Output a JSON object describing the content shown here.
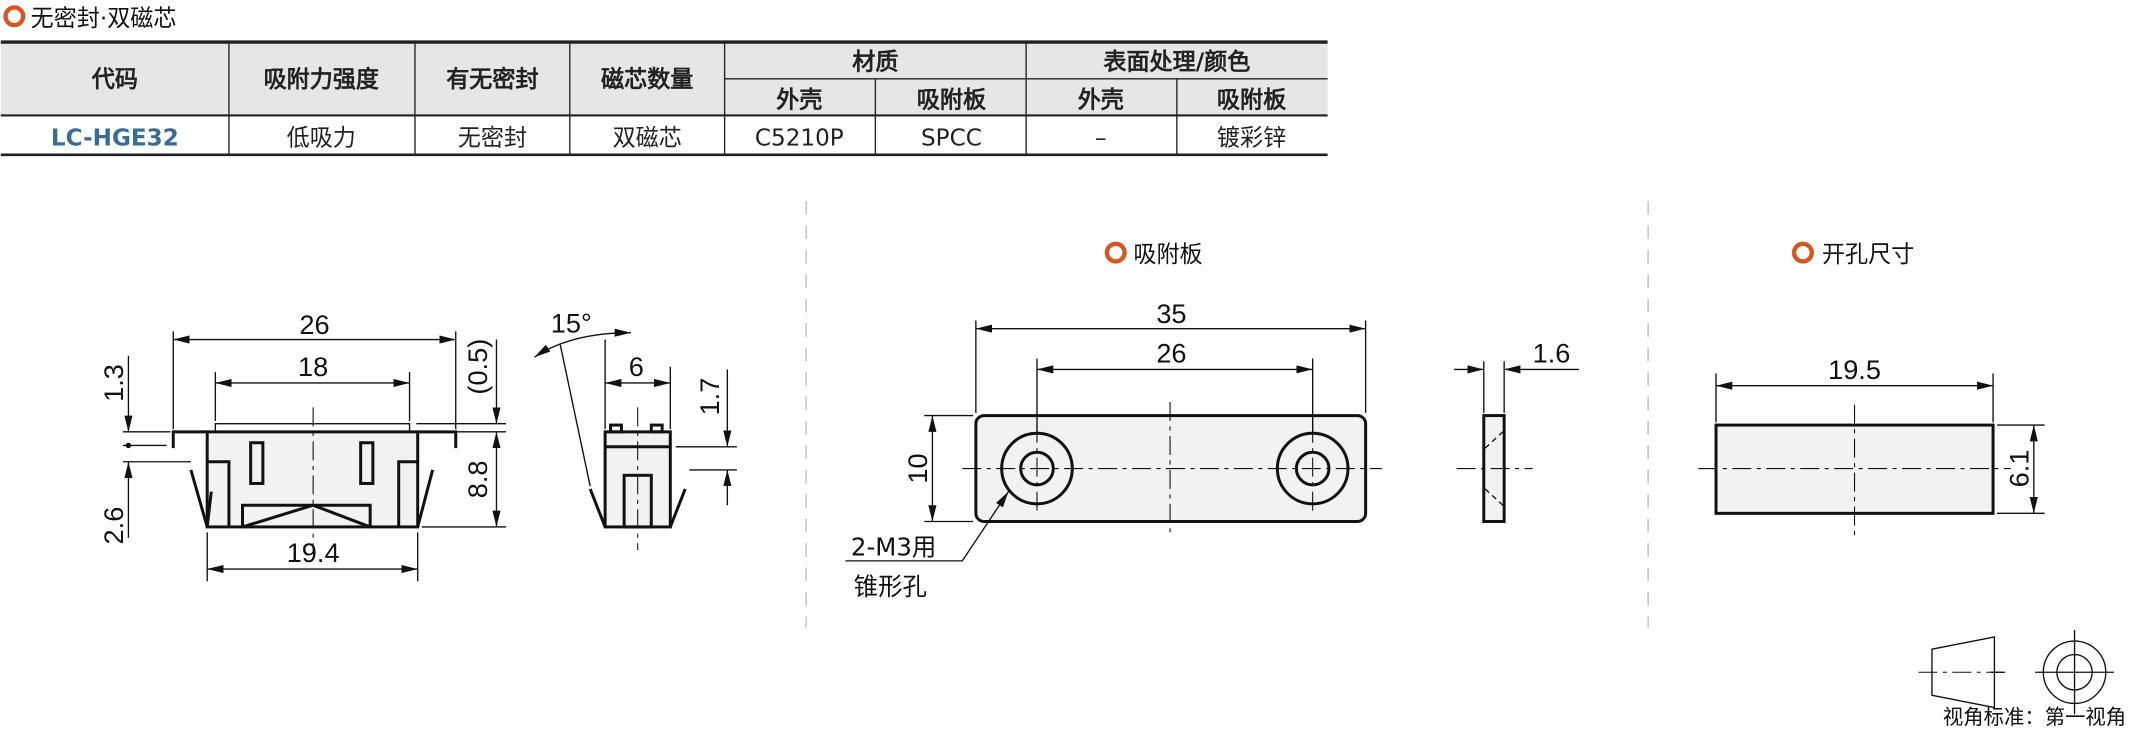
{
  "colors": {
    "accent_ring": "#d9541e",
    "code_text": "#3a6d96",
    "header_bg": "#e6e6e6",
    "part_fill": "#f2f2f2"
  },
  "section_title": "无密封·双磁芯",
  "table": {
    "headers": {
      "code": "代码",
      "force": "吸附力强度",
      "seal": "有无密封",
      "magnets": "磁芯数量",
      "material": "材质",
      "surface": "表面处理/颜色",
      "material_sub": [
        "外壳",
        "吸附板"
      ],
      "surface_sub": [
        "外壳",
        "吸附板"
      ]
    },
    "row": {
      "code": "LC-HGE32",
      "force": "低吸力",
      "seal": "无密封",
      "magnets": "双磁芯",
      "shell_material": "C5210P",
      "plate_material": "SPCC",
      "shell_surface": "–",
      "plate_surface": "镀彩锌"
    }
  },
  "main_view": {
    "dims": {
      "overall_width": "26",
      "inner_width": "18",
      "flange_thk": "(0.5)",
      "top_offset": "1.3",
      "height": "8.8",
      "bottom_offset": "2.6",
      "bottom_width": "19.4"
    }
  },
  "side_view": {
    "dims": {
      "angle": "15°",
      "width": "6",
      "step": "1.7"
    }
  },
  "plate_view": {
    "title": "吸附板",
    "dims": {
      "length": "35",
      "hole_pitch": "26",
      "height": "10",
      "thickness": "1.6"
    },
    "note_line1": "2-M3用",
    "note_line2": "锥形孔"
  },
  "cutout_view": {
    "title": "开孔尺寸",
    "dims": {
      "width": "19.5",
      "height": "6.1"
    }
  },
  "projection": {
    "label": "视角标准：第一视角"
  }
}
